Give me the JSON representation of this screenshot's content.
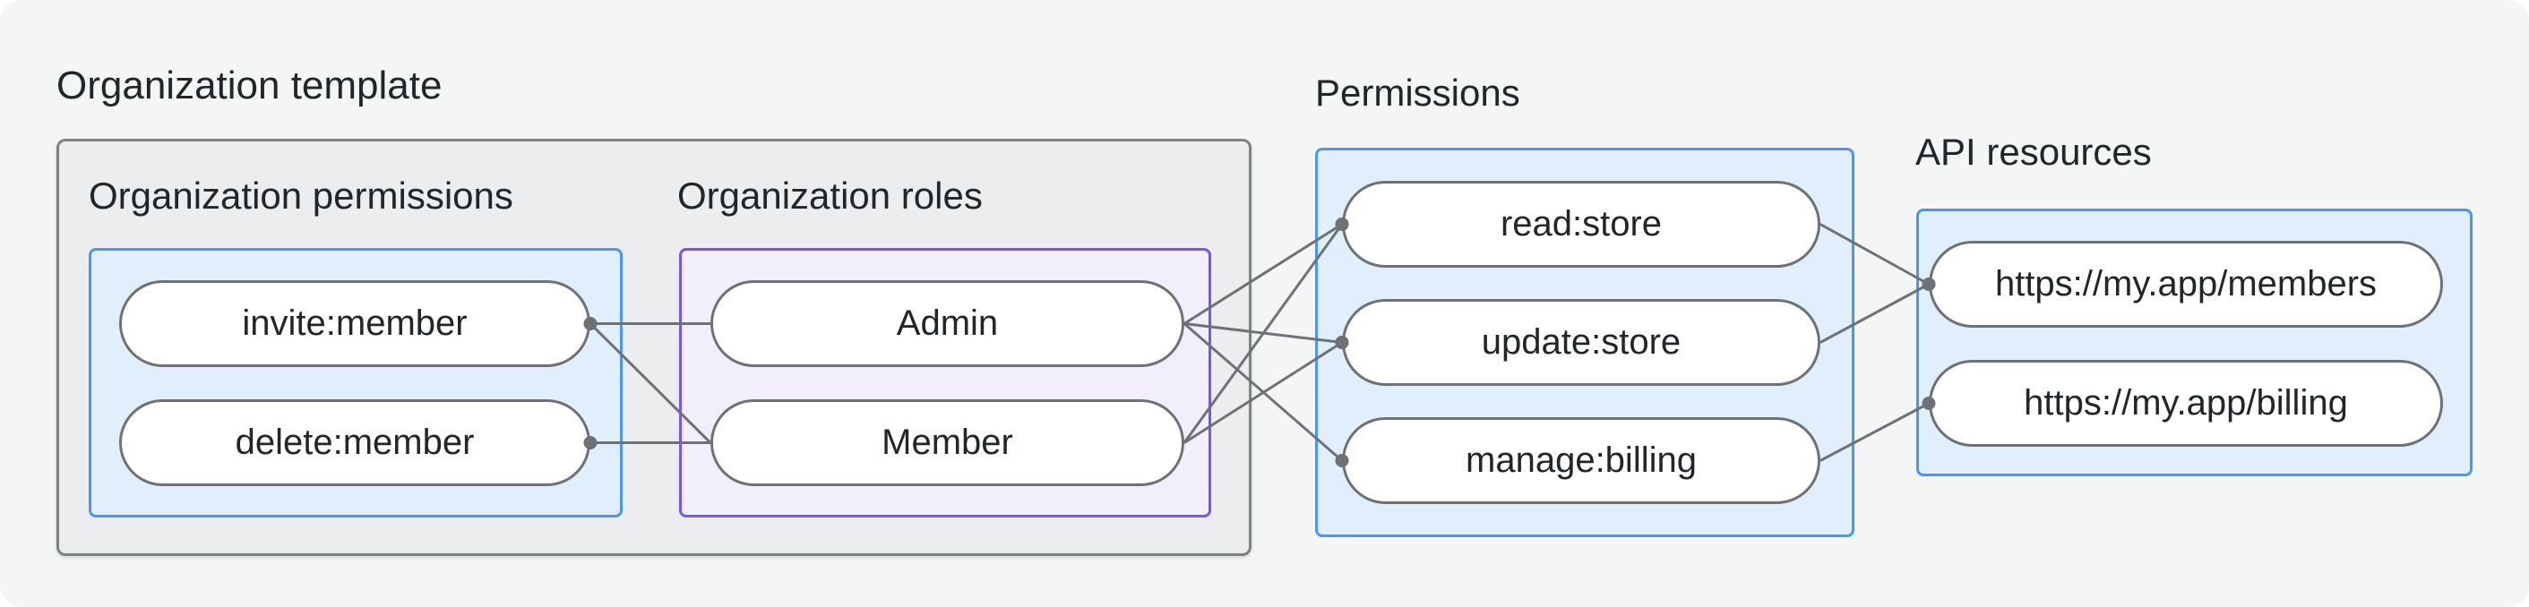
{
  "diagram": {
    "title": "Organization template",
    "groups": {
      "org_permissions": {
        "label": "Organization permissions",
        "nodes": [
          {
            "id": "invite-member",
            "label": "invite:member"
          },
          {
            "id": "delete-member",
            "label": "delete:member"
          }
        ]
      },
      "org_roles": {
        "label": "Organization roles",
        "nodes": [
          {
            "id": "admin",
            "label": "Admin"
          },
          {
            "id": "member",
            "label": "Member"
          }
        ]
      },
      "permissions": {
        "label": "Permissions",
        "nodes": [
          {
            "id": "read-store",
            "label": "read:store"
          },
          {
            "id": "update-store",
            "label": "update:store"
          },
          {
            "id": "manage-billing",
            "label": "manage:billing"
          }
        ]
      },
      "api_resources": {
        "label": "API resources",
        "nodes": [
          {
            "id": "members-url",
            "label": "https://my.app/members"
          },
          {
            "id": "billing-url",
            "label": "https://my.app/billing"
          }
        ]
      }
    },
    "edges": [
      {
        "from": "invite-member",
        "to": "admin",
        "dot": "from"
      },
      {
        "from": "invite-member",
        "to": "member",
        "dot": "from"
      },
      {
        "from": "delete-member",
        "to": "member",
        "dot": "from"
      },
      {
        "from": "admin",
        "to": "read-store",
        "dot": "to"
      },
      {
        "from": "admin",
        "to": "update-store",
        "dot": "to"
      },
      {
        "from": "admin",
        "to": "manage-billing",
        "dot": "to"
      },
      {
        "from": "member",
        "to": "read-store",
        "dot": "to"
      },
      {
        "from": "member",
        "to": "update-store",
        "dot": "to"
      },
      {
        "from": "read-store",
        "to": "members-url",
        "dot": "to"
      },
      {
        "from": "update-store",
        "to": "members-url",
        "dot": "to"
      },
      {
        "from": "manage-billing",
        "to": "billing-url",
        "dot": "to"
      }
    ],
    "colors": {
      "background": "#f4f6f6",
      "gray_box_fill": "#ebedee",
      "gray_box_border": "#7c8184",
      "blue_border": "#4a96f8",
      "blue_fill": "#e1effc",
      "purple_border": "#7b55f3",
      "purple_fill": "#f3eefc",
      "pill_border": "#6e7276",
      "line": "#6e7276",
      "text": "#21262b"
    }
  }
}
